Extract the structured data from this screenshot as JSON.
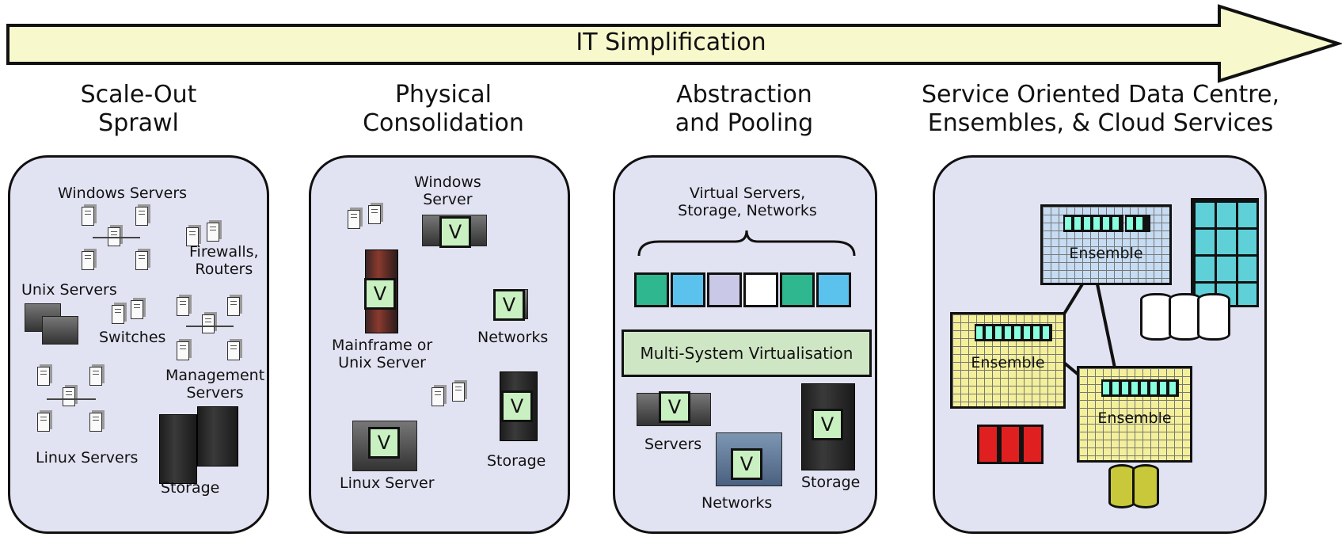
{
  "arrow": {
    "label": "IT Simplification"
  },
  "stages": [
    {
      "heading_line1": "Scale-Out",
      "heading_line2": "Sprawl",
      "labels": {
        "windows_servers": "Windows Servers",
        "firewalls_l1": "Firewalls,",
        "firewalls_l2": "Routers",
        "unix_servers": "Unix Servers",
        "switches": "Switches",
        "management_l1": "Management",
        "management_l2": "Servers",
        "linux_servers": "Linux Servers",
        "storage": "Storage"
      }
    },
    {
      "heading_line1": "Physical",
      "heading_line2": "Consolidation",
      "labels": {
        "windows_l1": "Windows",
        "windows_l2": "Server",
        "mainframe_l1": "Mainframe or",
        "mainframe_l2": "Unix Server",
        "networks": "Networks",
        "linux_server": "Linux Server",
        "storage": "Storage"
      }
    },
    {
      "heading_line1": "Abstraction",
      "heading_line2": "and Pooling",
      "labels": {
        "virtual_l1": "Virtual Servers,",
        "virtual_l2": "Storage, Networks",
        "multi_system": "Multi-System Virtualisation",
        "servers": "Servers",
        "networks": "Networks",
        "storage": "Storage"
      },
      "pool_colors": [
        "#2fb890",
        "#5bc2ee",
        "#c9c8e6",
        "#ffffff",
        "#2fb890",
        "#5bc2ee"
      ]
    },
    {
      "heading_line1": "Service Oriented Data Centre,",
      "heading_line2": "Ensembles, & Cloud Services",
      "labels": {
        "ensemble_top": "Ensemble",
        "ensemble_left": "Ensemble",
        "ensemble_right": "Ensemble"
      }
    }
  ],
  "v_mark": "V",
  "colors": {
    "arrow_fill": "#f7f8cc",
    "panel_fill": "#e2e3f2",
    "v_fill": "#c9f0c1",
    "ensemble_blue": "#c6dcf2",
    "ensemble_yellow": "#f4f09a",
    "cube_cyan": "#5fd0d8",
    "cube_red": "#e02020",
    "cylinder_olive": "#c8c83a"
  }
}
